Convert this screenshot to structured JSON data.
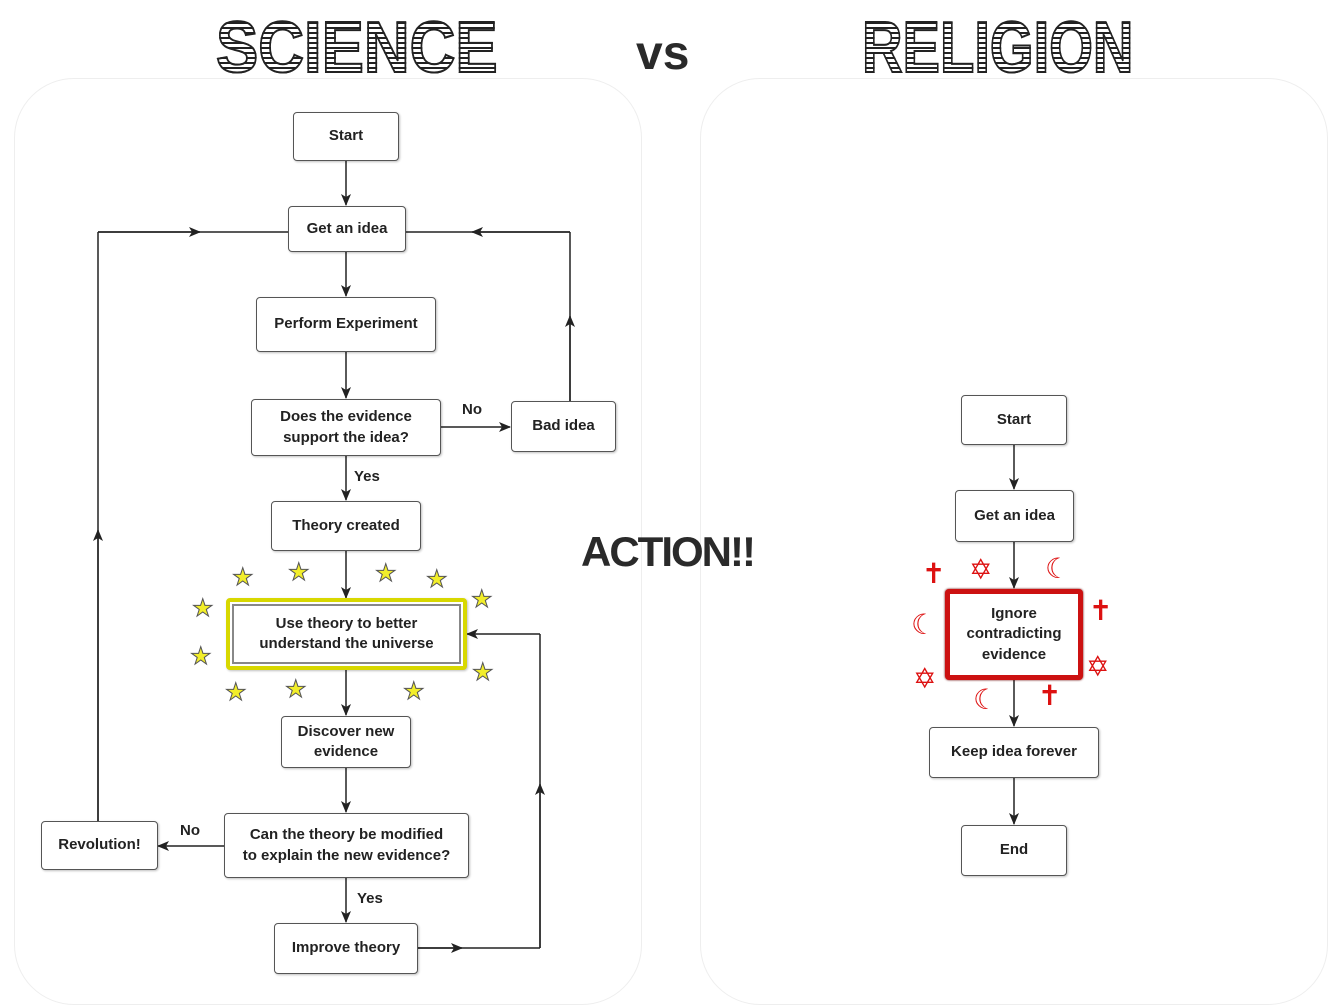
{
  "titles": {
    "science": "SCIENCE",
    "vs": "vs",
    "religion": "RELIGION",
    "action": "ACTION!!"
  },
  "science": {
    "start": "Start",
    "get_idea": "Get an idea",
    "perform_experiment": "Perform Experiment",
    "evidence_question": "Does the evidence\nsupport the idea?",
    "bad_idea": "Bad idea",
    "theory_created": "Theory created",
    "use_theory": "Use theory to better\nunderstand the universe",
    "discover_evidence": "Discover new\nevidence",
    "modify_question": "Can the theory be modified\nto explain the new evidence?",
    "revolution": "Revolution!",
    "improve_theory": "Improve theory",
    "labels": {
      "no1": "No",
      "yes1": "Yes",
      "no2": "No",
      "yes2": "Yes"
    }
  },
  "religion": {
    "start": "Start",
    "get_idea": "Get an idea",
    "ignore": "Ignore\ncontradicting\nevidence",
    "keep_idea": "Keep idea forever",
    "end": "End"
  },
  "colors": {
    "highlight_yellow": "#d8d800",
    "star_yellow": "#f2ee2a",
    "religion_red": "#cc1111"
  },
  "icons": [
    "star-icon",
    "cross-icon",
    "crescent-icon",
    "star-of-david-icon"
  ]
}
